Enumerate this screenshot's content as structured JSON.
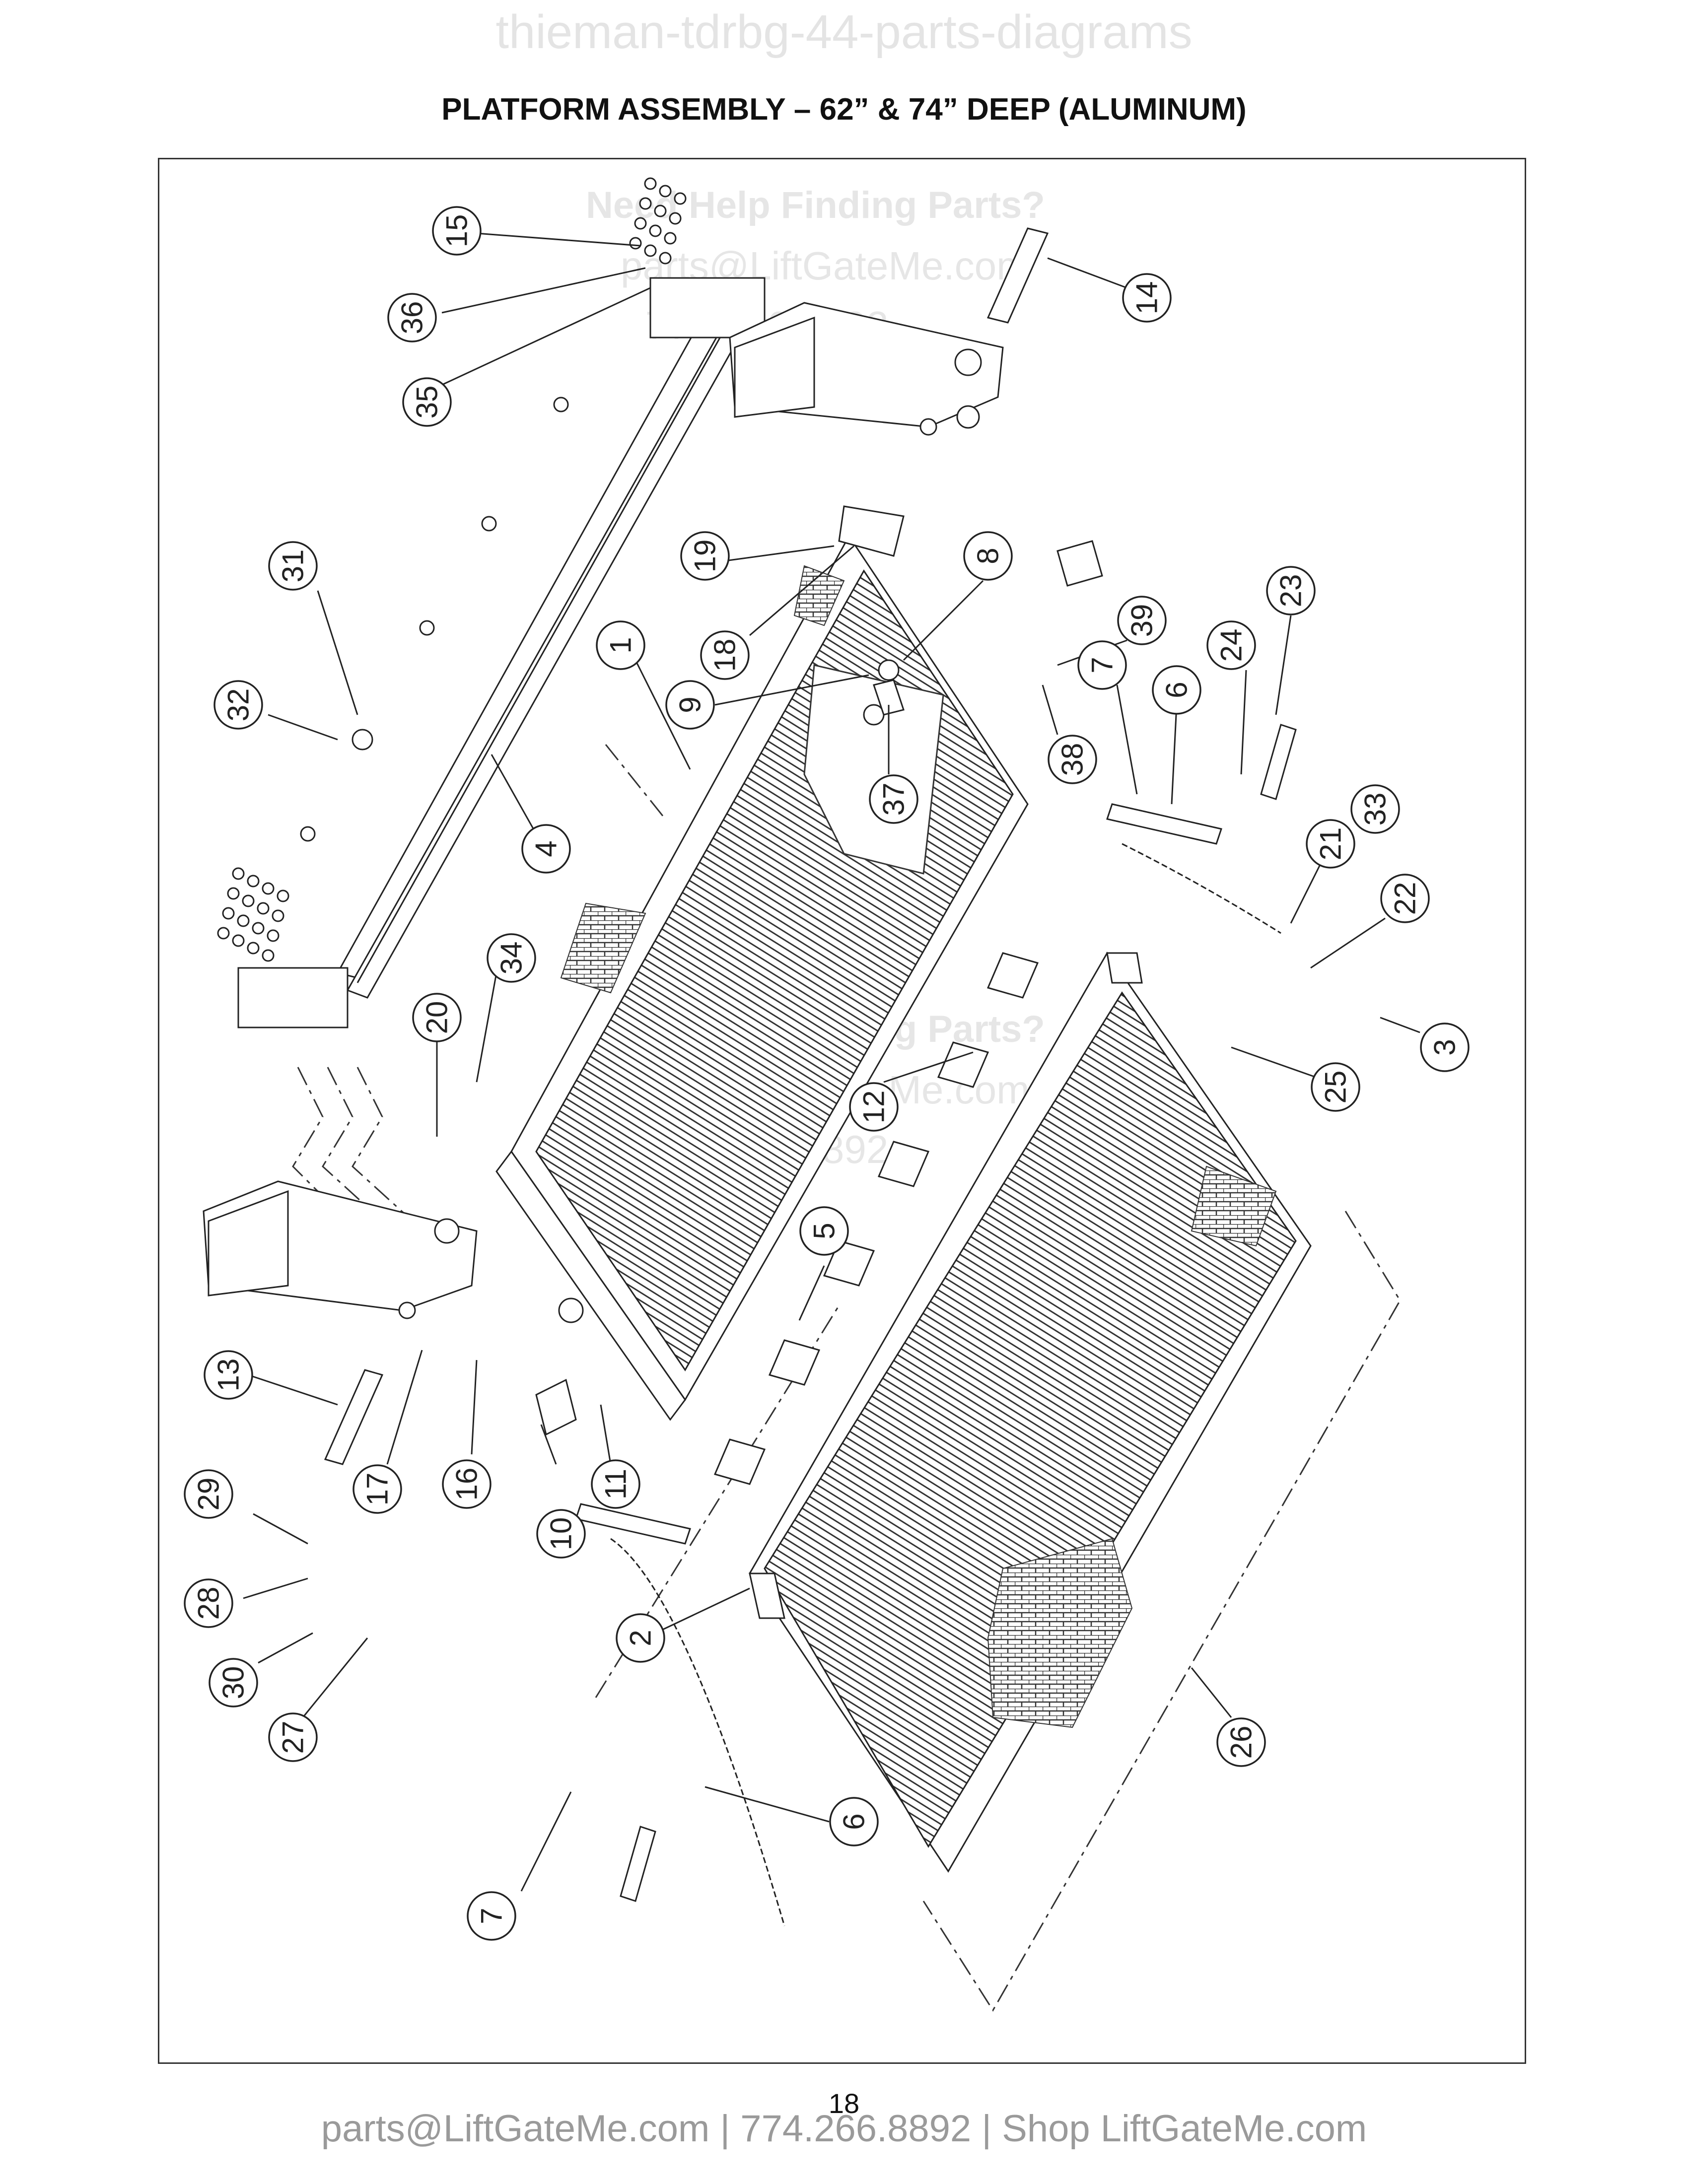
{
  "header": {
    "watermark": "thieman-tdrbg-44-parts-diagrams",
    "title": "PLATFORM ASSEMBLY – 62” & 74” DEEP (ALUMINUM)"
  },
  "watermark_overlay": {
    "line1": "Need Help Finding Parts?",
    "line2": "parts@LiftGateMe.com",
    "line3": "774.266.8892"
  },
  "callouts": [
    "15",
    "36",
    "35",
    "14",
    "31",
    "32",
    "19",
    "18",
    "8",
    "9",
    "39",
    "38",
    "23",
    "24",
    "7",
    "6",
    "37",
    "1",
    "4",
    "34",
    "20",
    "21",
    "33",
    "22",
    "3",
    "25",
    "12",
    "5",
    "13",
    "17",
    "16",
    "10",
    "11",
    "29",
    "28",
    "30",
    "27",
    "2",
    "6",
    "7",
    "26"
  ],
  "footer": {
    "page_number": "18",
    "contact": "parts@LiftGateMe.com | 774.266.8892 | Shop LiftGateMe.com"
  }
}
